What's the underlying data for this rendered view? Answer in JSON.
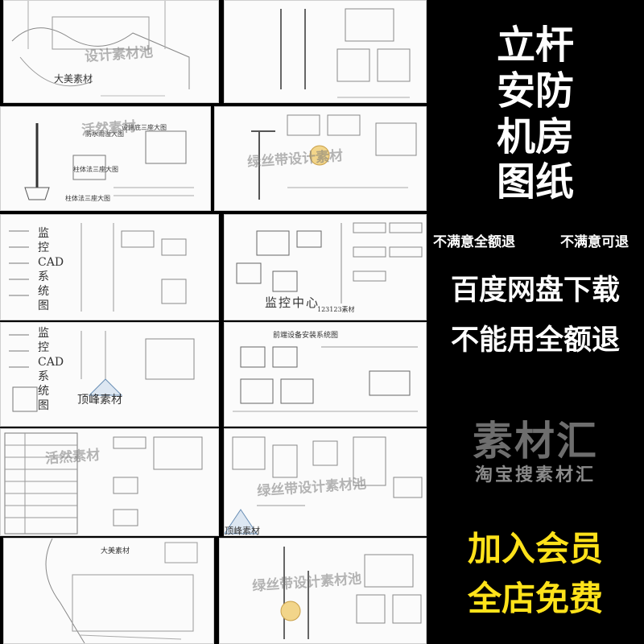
{
  "sidebar": {
    "title_lines": [
      "立杆",
      "安防",
      "机房",
      "图纸"
    ],
    "refund_left": "不满意全额退",
    "refund_right": "不满意可退",
    "download": "百度网盘下载",
    "refund_full": "不能用全额退",
    "logo_main": "素材汇",
    "logo_sub": "淘宝搜素材汇",
    "member_line1": "加入会员",
    "member_line2": "全店免费"
  },
  "thumbs": {
    "t1_wm": "设计素材池",
    "t1_brand": "大美素材",
    "t3_caption1": "设施底三座大图",
    "t3_caption2": "防水雨溢大图",
    "t3_caption3": "柱体法三座大图",
    "t3_caption4": "柱体法三座大图",
    "t3_wm": "活然素材",
    "t4_wm": "绿丝带设计素材",
    "t5_label": "监控CAD系统图",
    "t6_caption": "监控中心",
    "t6_num": "123123素材",
    "t7_label": "监控CAD系统图",
    "t7_brand": "顶峰素材",
    "t8_title": "前端设备安装系统图",
    "t9_wm": "活然素材",
    "t10_wm": "绿丝带设计素材池",
    "t10_brand": "顶峰素材",
    "t11_brand": "大美素材",
    "t12_wm": "绿丝带设计素材池"
  }
}
